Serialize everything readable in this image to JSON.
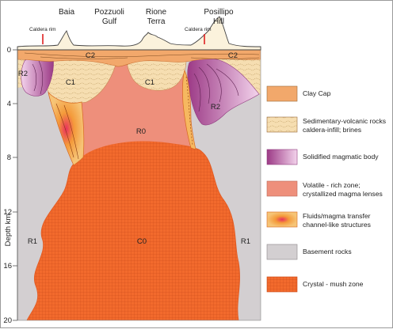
{
  "places": {
    "baia": "Baia",
    "pozzuoli_1": "Pozzuoli",
    "pozzuoli_2": "Gulf",
    "rione_1": "Rione",
    "rione_2": "Terra",
    "posillipo_1": "Posillipo",
    "posillipo_2": "Hill"
  },
  "rim": {
    "left": "Caldera rim",
    "right": "Caldera rim"
  },
  "axis": {
    "ylabel": "Depth km",
    "ticks": [
      "0",
      "4",
      "8",
      "12",
      "16",
      "20"
    ]
  },
  "units": {
    "c2_left": "C2",
    "c2_right": "C2",
    "c1_left": "C1",
    "c1_right": "C1",
    "r2_left": "R2",
    "r2_right": "R2",
    "r0": "R0",
    "r1_left": "R1",
    "r1_right": "R1",
    "c0": "C0"
  },
  "legend": {
    "clay": "Clay Cap",
    "sed_1": "Sedimentary-volcanic rocks",
    "sed_2": "caldera-infill; brines",
    "magmatic": "Solidified magmatic body",
    "volatile_1": "Volatile - rich zone;",
    "volatile_2": "crystallized magma lenses",
    "fluids_1": "Fluids/magma transfer",
    "fluids_2": "channel-like structures",
    "basement": "Basement rocks",
    "mush": "Crystal - mush zone"
  },
  "colors": {
    "clay": "#f2a86b",
    "sediment": "#f6deb1",
    "magmatic": "#b54f97",
    "volatile": "#ee8f7b",
    "fluid": "#f49a3a",
    "basement": "#d3cfd1",
    "mush": "#f26a2d"
  }
}
